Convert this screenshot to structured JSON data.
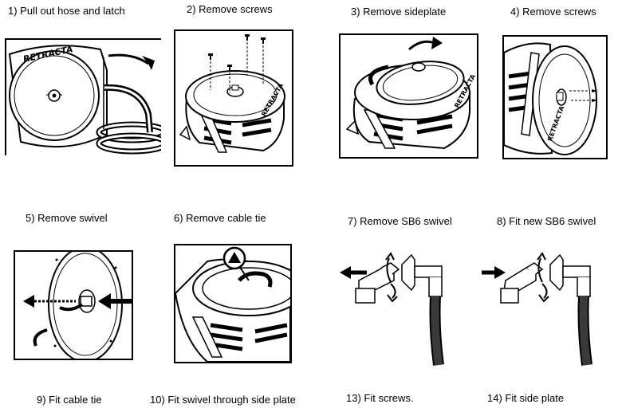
{
  "steps": [
    {
      "label": "1) Pull out hose and latch"
    },
    {
      "label": "2) Remove screws"
    },
    {
      "label": "3) Remove sideplate"
    },
    {
      "label": "4) Remove screws"
    },
    {
      "label": "5)  Remove swivel"
    },
    {
      "label": "6) Remove cable tie"
    },
    {
      "label": "7) Remove SB6 swivel"
    },
    {
      "label": "8) Fit new SB6 swivel"
    },
    {
      "label": "9) Fit cable tie"
    },
    {
      "label": "10) Fit swivel through side plate"
    },
    {
      "label": "13) Fit screws."
    },
    {
      "label": "14) Fit side plate"
    }
  ],
  "brand": {
    "logo_text": "RETRACTA",
    "edge_text": "RETRACTA"
  },
  "colors": {
    "line": "#000000",
    "fill": "#ffffff",
    "shade": "#d9d9d9",
    "hose": "#2b2b2b"
  },
  "icons": [
    "curved-arrow-icon",
    "screw-icon",
    "left-arrow-icon",
    "dashed-left-arrow-icon",
    "right-arrow-icon",
    "rotation-arrows-icon",
    "warning-triangle-icon"
  ]
}
